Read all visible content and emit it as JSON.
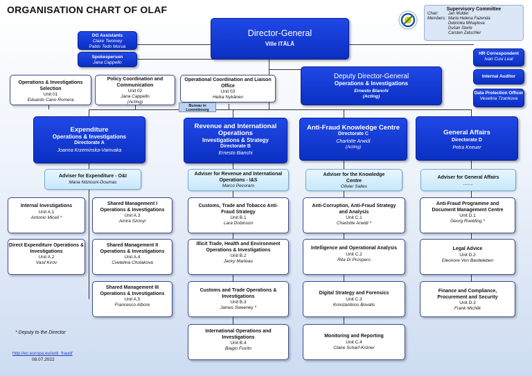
{
  "title": "ORGANISATION CHART OF OLAF",
  "supervisory": {
    "title": "Supervisory Committee",
    "chair_label": "Chair:",
    "chair": "Jan Mulder",
    "members_label": "Members:",
    "members": [
      "Maria Helena Fazenda",
      "Debrinka Mihaylova",
      "Dušan Sterle",
      "Carsten Zatschler"
    ]
  },
  "director_general": {
    "title": "Director-General",
    "name": "Ville ITÄLÄ"
  },
  "dg_assistants": {
    "title": "DG Assistants",
    "names": [
      "Claire Twomey",
      "Pablo Tedo Murua"
    ]
  },
  "spokesperson": {
    "title": "Spokesperson",
    "name": "Jana Cappello"
  },
  "hr": {
    "title": "HR Correspondent",
    "name": "Ivan Cusi Leal"
  },
  "internal_auditor": {
    "title": "Internal Auditor"
  },
  "dpo": {
    "title": "Data Protection Officer",
    "name": "Veselina Tzankova"
  },
  "deputy": {
    "title": "Deputy Director-General",
    "subtitle": "Operations & Investigations",
    "name": "Ernesto Bianchi",
    "note": "(Acting)"
  },
  "ops_selection": {
    "title": "Operations & Investigations Selection",
    "unit": "Unit 01",
    "name": "Eduardo Cano Romera"
  },
  "policy": {
    "title": "Policy Coordination and Communication",
    "unit": "Unit 02",
    "name": "Jana Cappello",
    "note": "(Acting)"
  },
  "opcoord": {
    "title": "Operational Coordination and Liaison Office",
    "unit": "Unit 03",
    "name": "Heika Nykänen"
  },
  "bureau": {
    "label": "Bureau in Luxembourg"
  },
  "dir_a": {
    "title": "Expenditure",
    "subtitle": "Operations & Investigations",
    "directorate": "Directorate A",
    "name": "Joanna Krzeminska-Vamvaka"
  },
  "dir_b": {
    "title": "Revenue and International Operations",
    "subtitle": "Investigations & Strategy",
    "directorate": "Directorate B",
    "name": "Ernesto Bianchi"
  },
  "dir_c": {
    "title": "Anti-Fraud Knowledge Centre",
    "directorate": "Directorate C",
    "name": "Charlotte Arwidi",
    "note": "(Acting)"
  },
  "dir_d": {
    "title": "General Affairs",
    "directorate": "Directorate D",
    "name": "Petra Kneuer"
  },
  "adv_a": {
    "title": "Adviser for Expenditure - O&I",
    "name": "Maria Nitziouni-Doumas"
  },
  "adv_b": {
    "title": "Adviser for Revenue and International Operations - I&S",
    "name": "Marco Pecoraro"
  },
  "adv_c": {
    "title": "Adviser for the Knowledge Centre",
    "name": "Olivier Salles"
  },
  "adv_d": {
    "title": "Adviser for General Affairs",
    "name": "........"
  },
  "units_a_left": [
    {
      "title": "Internal Investigations",
      "unit": "Unit A.1",
      "name": "Antonio Miceli *"
    },
    {
      "title": "Direct Expenditure Operations & Investigations",
      "unit": "Unit A.2",
      "name": "Vasil Kirov"
    }
  ],
  "units_a_right": [
    {
      "title": "Shared Management I Operations & Investigations",
      "unit": "Unit A.3",
      "name": "Amira Szonyi"
    },
    {
      "title": "Shared Management II Operations & Investigations",
      "unit": "Unit A.4",
      "name": "Cvetelina Cholakova"
    },
    {
      "title": "Shared Management III Operations & Investigations",
      "unit": "Unit A.5",
      "name": "Francesco Albore"
    }
  ],
  "units_b": [
    {
      "title": "Customs, Trade and Tobacco Anti-Fraud Strategy",
      "unit": "Unit B.1",
      "name": "Lara Dobinson"
    },
    {
      "title": "Illicit Trade, Health and Environment Operations & Investigations",
      "unit": "Unit B.2",
      "name": "Jacky Marteau"
    },
    {
      "title": "Customs and Trade Operations & Investigations",
      "unit": "Unit B.3",
      "name": "James Sweeney *"
    },
    {
      "title": "International Operations and Investigations",
      "unit": "Unit B.4",
      "name": "Biagio Fiorito"
    }
  ],
  "units_c": [
    {
      "title": "Anti-Corruption, Anti-Fraud Strategy and Analysis",
      "unit": "Unit C.1",
      "name": "Charlotte Arwidi *"
    },
    {
      "title": "Intelligence and Operational Analysis",
      "unit": "Unit C.2",
      "name": "Rita Di Prospero"
    },
    {
      "title": "Digital Strategy and Forensics",
      "unit": "Unit C.3",
      "name": "Konstantinos Bovalis"
    },
    {
      "title": "Monitoring and Reporting",
      "unit": "Unit C.4",
      "name": "Claire Scharf-Kröner"
    }
  ],
  "units_d": [
    {
      "title": "Anti-Fraud Programme and Document Management Centre",
      "unit": "Unit D.1",
      "name": "Georg Roebling *"
    },
    {
      "title": "Legal Advice",
      "unit": "Unit D.2",
      "name": "Eleonore Von Bardeleben"
    },
    {
      "title": "Finance and Compliance, Procurement and Security",
      "unit": "Unit D.3",
      "name": "Frank Michlik"
    }
  ],
  "footer": {
    "note": "* Deputy to the Director",
    "link": "http://ec.europa.eu/anti_fraud/",
    "date": "08.07.2022"
  },
  "colors": {
    "directorate_blue": "#1f48e6",
    "adviser_light": "#c7e8fb"
  }
}
